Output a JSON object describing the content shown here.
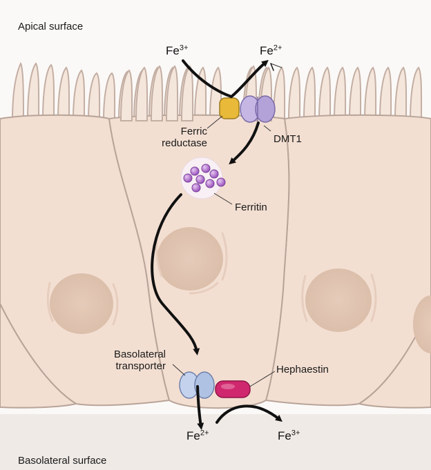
{
  "labels": {
    "apical_surface": "Apical surface",
    "basolateral_surface": "Basolateral surface",
    "ferric_reductase_line1": "Ferric",
    "ferric_reductase_line2": "reductase",
    "dmt1": "DMT1",
    "ferritin": "Ferritin",
    "basolateral_transporter_line1": "Basolateral",
    "basolateral_transporter_line2": "transporter",
    "hephaestin": "Hephaestin"
  },
  "ions": {
    "apical_fe3": {
      "element": "Fe",
      "charge": "3+"
    },
    "apical_fe2": {
      "element": "Fe",
      "charge": "2+"
    },
    "basal_fe2": {
      "element": "Fe",
      "charge": "2+"
    },
    "basal_fe3": {
      "element": "Fe",
      "charge": "3+"
    }
  },
  "colors": {
    "cell_fill": "#f3dfd2",
    "cell_outline": "#b8a398",
    "nucleus": "#e3c8b6",
    "ferric_reductase": "#e9b93a",
    "dmt1": "#b9a7dc",
    "ferritin_particles": "#a660c4",
    "basolateral_transporter": "#b8c8e8",
    "hephaestin": "#d0286e",
    "arrow": "#111111"
  }
}
